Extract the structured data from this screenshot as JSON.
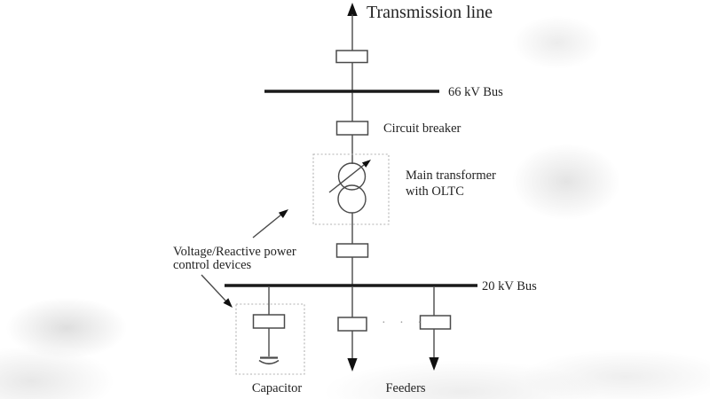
{
  "labels": {
    "transmission_line": "Transmission line",
    "bus_66kv": "66 kV Bus",
    "circuit_breaker": "Circuit breaker",
    "main_transformer_line1": "Main transformer",
    "main_transformer_line2": "with OLTC",
    "control_devices_line1": "Voltage/Reactive power",
    "control_devices_line2": "control devices",
    "bus_20kv": "20 kV Bus",
    "capacitor": "Capacitor",
    "feeders": "Feeders",
    "feeder_ellipsis": "· · ·"
  },
  "components": [
    {
      "name": "transmission-line-arrow",
      "label_ref": "transmission_line"
    },
    {
      "name": "breaker-66kv-side",
      "label_ref": null
    },
    {
      "name": "bus-66kv",
      "label_ref": "bus_66kv"
    },
    {
      "name": "circuit-breaker",
      "label_ref": "circuit_breaker"
    },
    {
      "name": "main-transformer-with-oltc",
      "label_ref": "main_transformer_line1"
    },
    {
      "name": "breaker-20kv-side",
      "label_ref": null
    },
    {
      "name": "bus-20kv",
      "label_ref": "bus_20kv"
    },
    {
      "name": "capacitor-branch",
      "label_ref": "capacitor"
    },
    {
      "name": "feeder-branches",
      "label_ref": "feeders"
    },
    {
      "name": "voltage-reactive-power-control-annotation",
      "label_ref": "control_devices_line1"
    }
  ],
  "colors": {
    "line": "#4a4a4a",
    "bus": "#1a1a1a",
    "text": "#232323",
    "arrow": "#101010",
    "dotted_box": "#b2b2b2",
    "ellipsis": "#979797",
    "background": "#ffffff"
  }
}
